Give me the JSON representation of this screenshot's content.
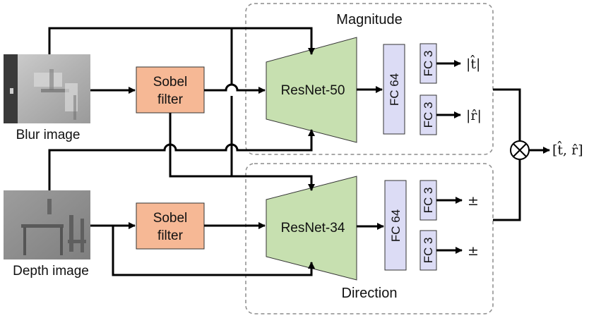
{
  "groups": {
    "magnitude_title": "Magnitude",
    "direction_title": "Direction"
  },
  "inputs": {
    "blur_label": "Blur image",
    "depth_label": "Depth image"
  },
  "sobel": {
    "line1": "Sobel",
    "line2": "filter"
  },
  "networks": {
    "resnet50": "ResNet-50",
    "resnet34": "ResNet-34"
  },
  "layers": {
    "fc64": "FC 64",
    "fc3": "FC 3"
  },
  "outputs": {
    "t_mag": "|t̂|",
    "r_mag": "|r̂|",
    "sign": "±",
    "combined": "[t̂, r̂]"
  },
  "colors": {
    "sobel_fill": "#f6b895",
    "resnet_fill": "#c7e0b0",
    "fc_fill": "#dcdcf5",
    "group_border": "#8c8c8c"
  }
}
